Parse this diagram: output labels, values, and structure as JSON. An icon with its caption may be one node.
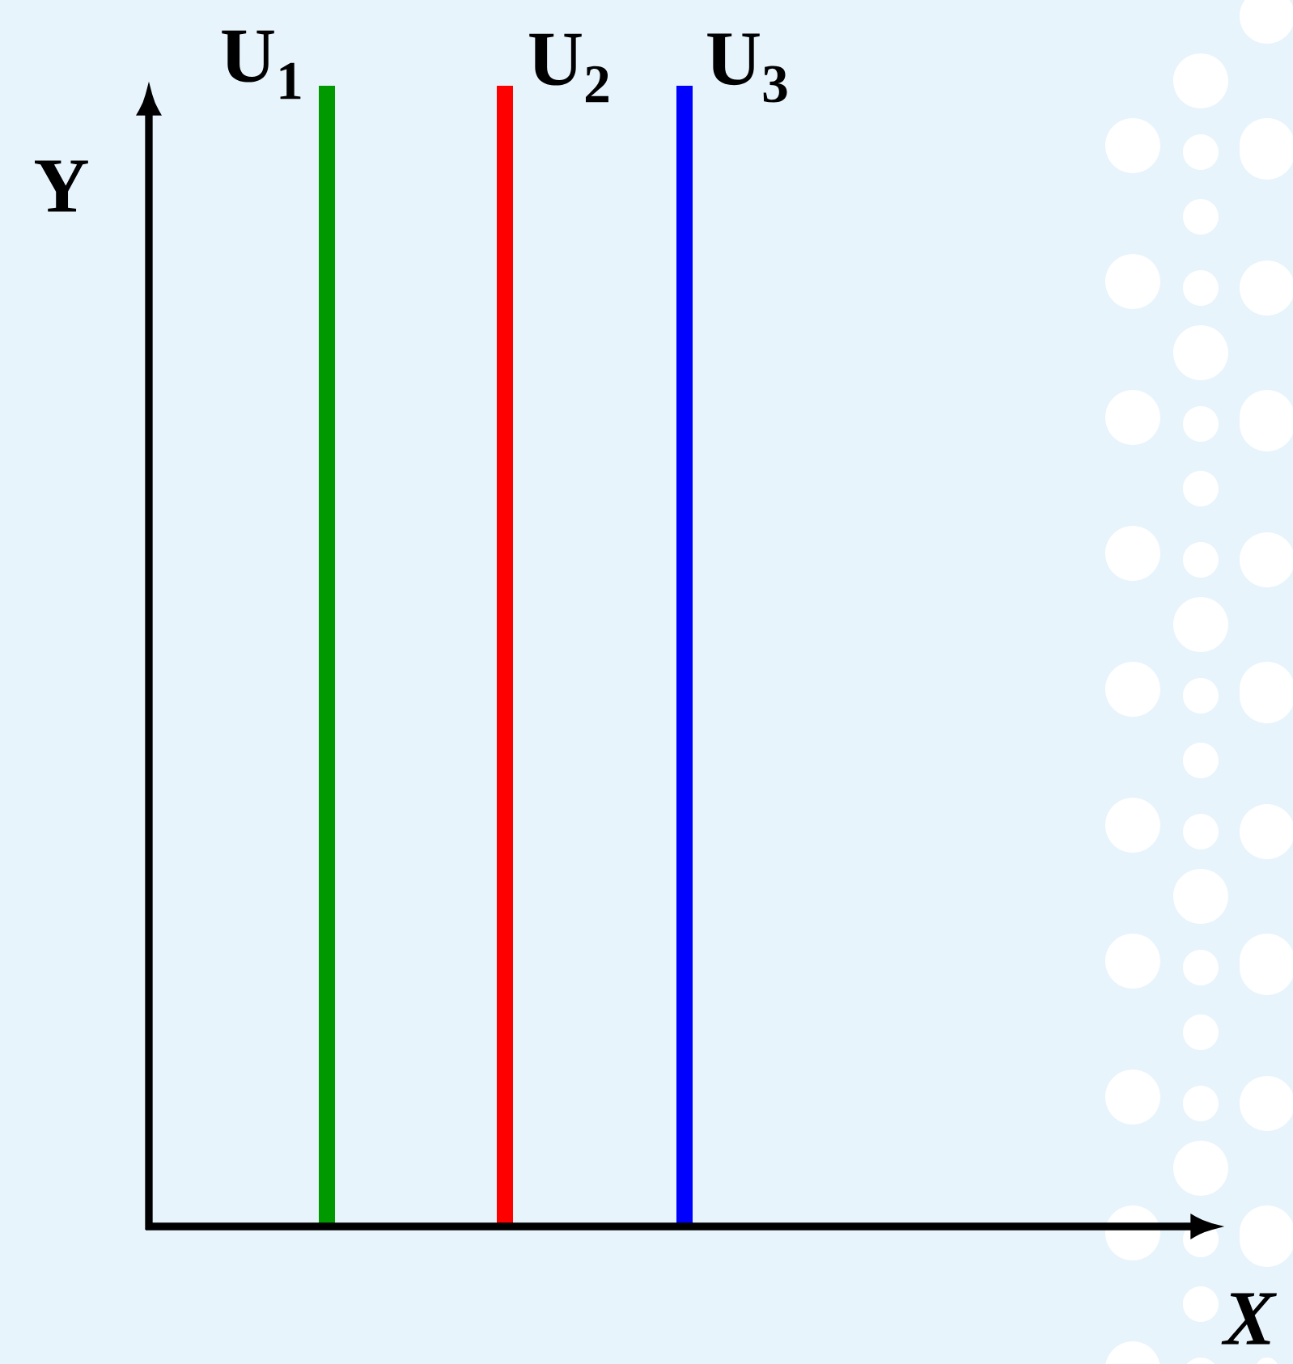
{
  "diagram": {
    "labels": [
      "U$_{1}$",
      "U$_{2}$",
      "U$_{3}$",
      "Y",
      "X"
    ]
  }
}
